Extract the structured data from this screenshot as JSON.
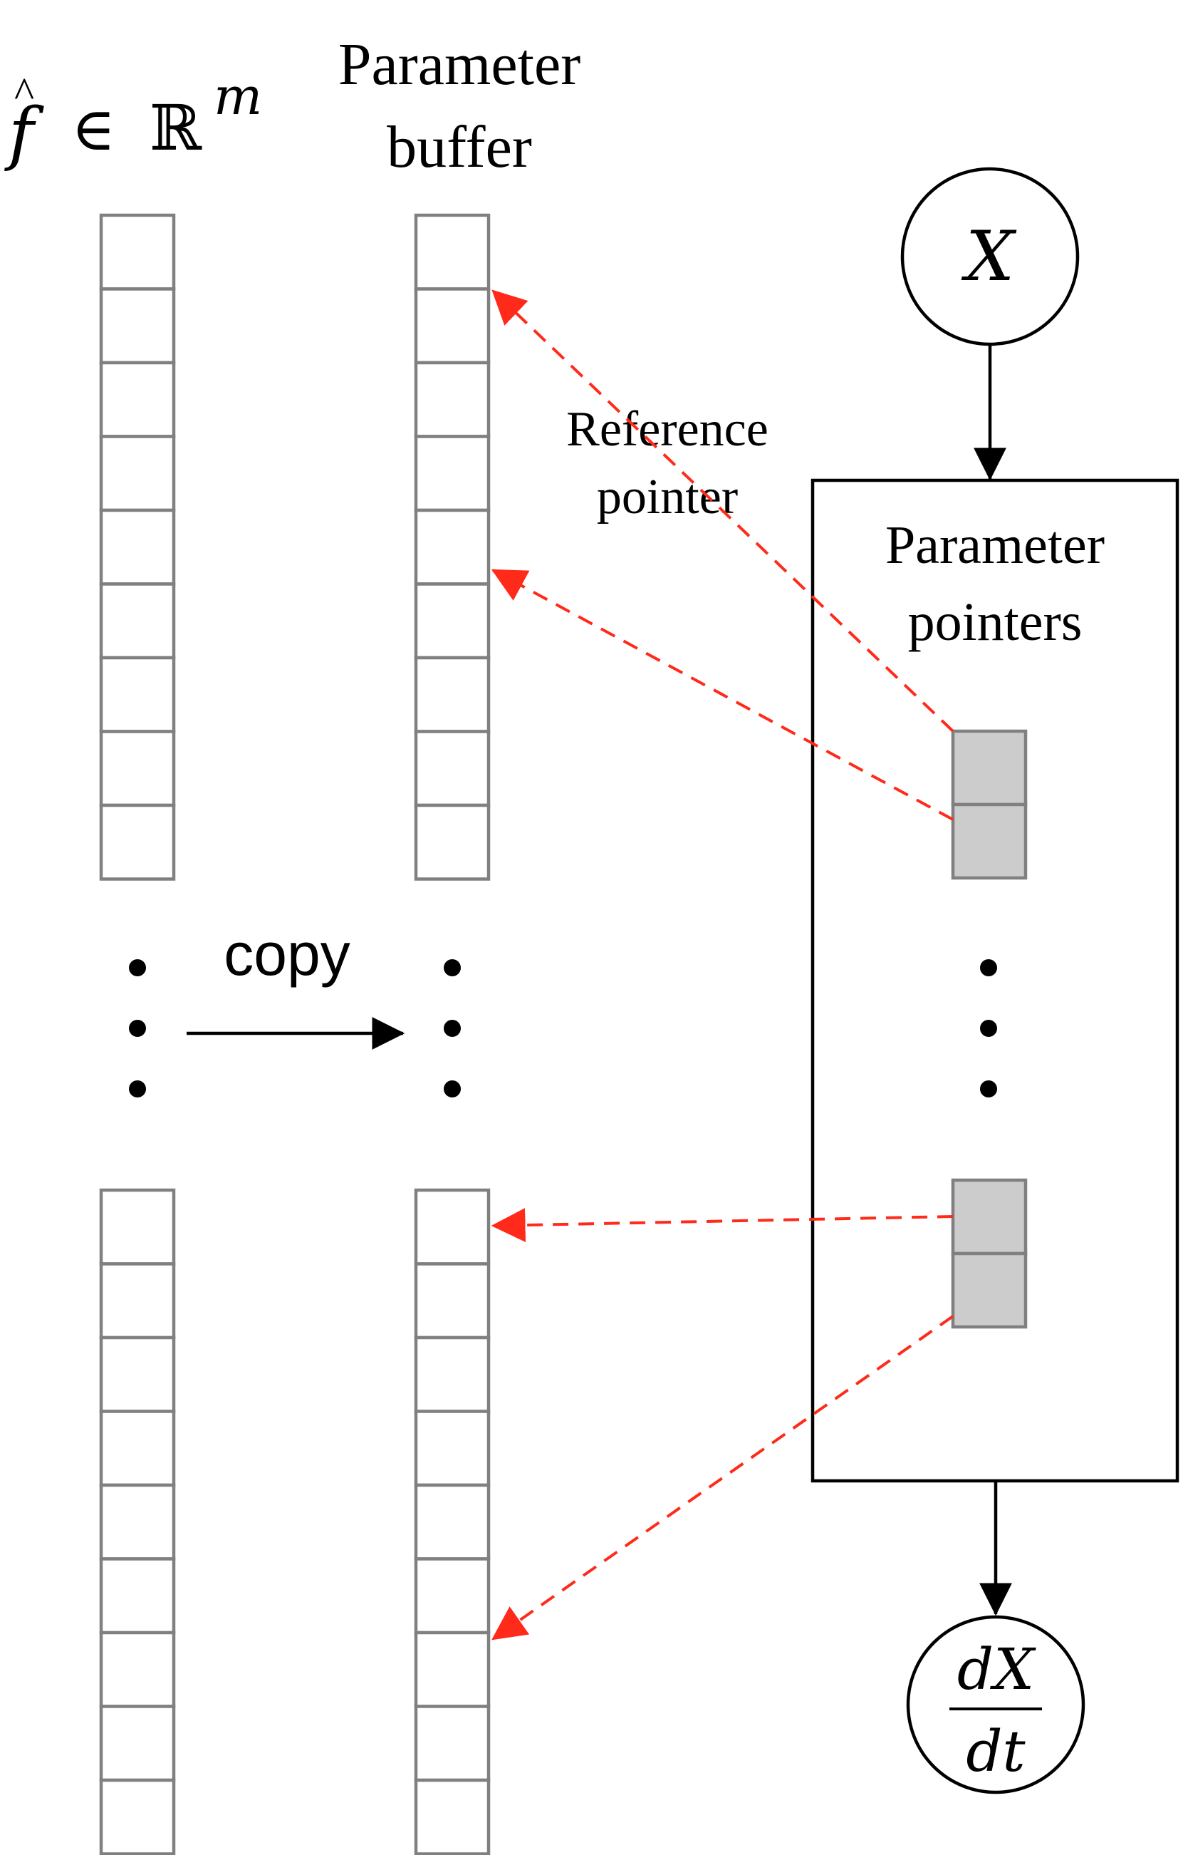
{
  "labels": {
    "f_hat_space": "̂f ∈ ℝ",
    "f_hat_symbol": "f",
    "f_hat_in": "∈",
    "f_hat_reals": "ℝ",
    "f_hat_exponent": "m",
    "parameter_buffer_line1": "Parameter",
    "parameter_buffer_line2": "buffer",
    "node_x": "X",
    "reference_pointer_line1": "Reference",
    "reference_pointer_line2": "pointer",
    "parameter_pointers_line1": "Parameter",
    "parameter_pointers_line2": "pointers",
    "copy": "copy",
    "derivative_numerator": "dX",
    "derivative_denominator": "dt"
  },
  "colors": {
    "reference_arrow": "#ff2a1a",
    "cell_stroke": "#808080",
    "pointer_cell_fill": "#cccccc"
  }
}
